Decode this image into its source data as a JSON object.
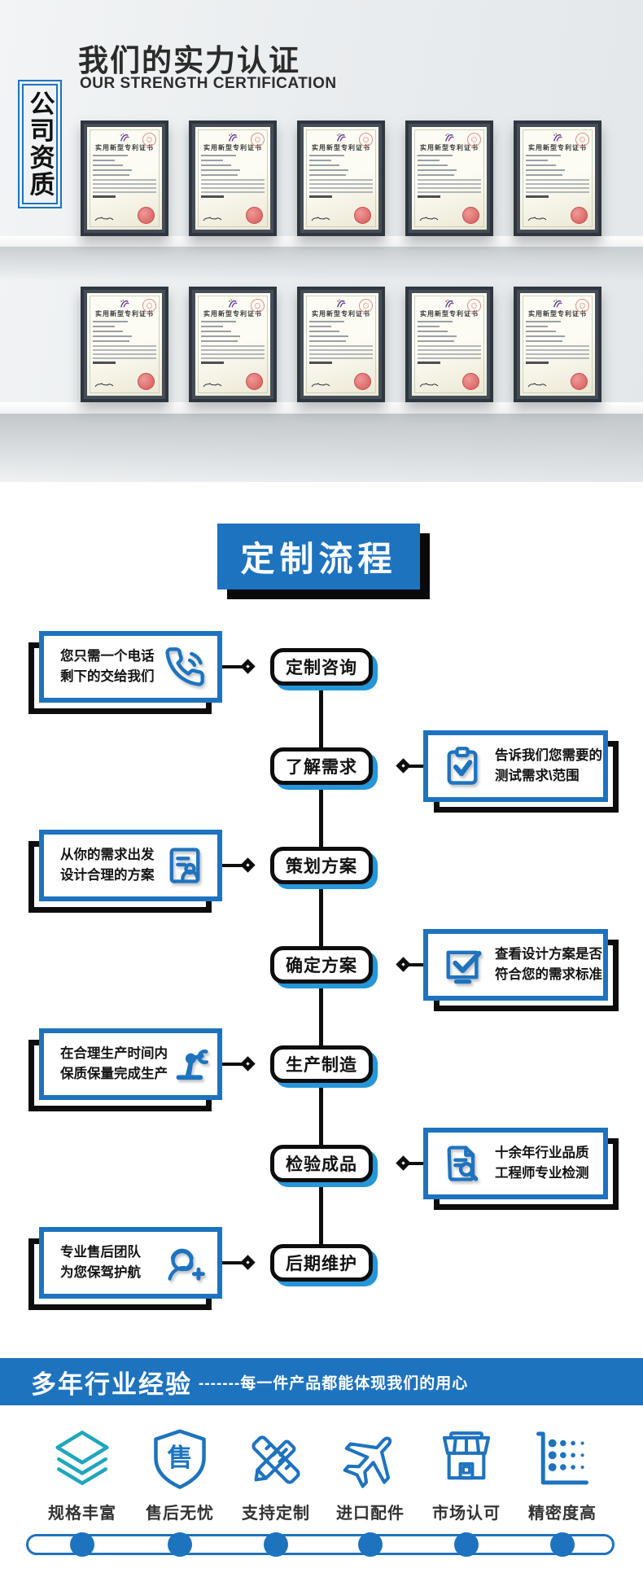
{
  "colors": {
    "accent": "#1E73BE",
    "teal": "#1FA6BC",
    "node_shadow": "#2596D8",
    "frame_dark": "#2f363d"
  },
  "top": {
    "title": "我们的实力认证",
    "subtitle": "OUR STRENGTH CERTIFICATION",
    "side_label": "公司资质",
    "certificate_title": "实用新型专利证书"
  },
  "flow": {
    "header": "定制流程",
    "steps": [
      {
        "label": "定制咨询",
        "note1": "您只需一个电话",
        "note2": "剩下的交给我们",
        "icon": "phone-icon"
      },
      {
        "label": "了解需求",
        "note1": "告诉我们您需要的",
        "note2": "测试需求\\范围",
        "icon": "clipboard-check-icon"
      },
      {
        "label": "策划方案",
        "note1": "从你的需求出发",
        "note2": "设计合理的方案",
        "icon": "document-person-icon"
      },
      {
        "label": "确定方案",
        "note1": "查看设计方案是否",
        "note2": "符合您的需求标准",
        "icon": "check-square-icon"
      },
      {
        "label": "生产制造",
        "note1": "在合理生产时间内",
        "note2": "保质保量完成生产",
        "icon": "robot-arm-icon"
      },
      {
        "label": "检验成品",
        "note1": "十余年行业品质",
        "note2": "工程师专业检测",
        "icon": "document-search-icon"
      },
      {
        "label": "后期维护",
        "note1": "专业售后团队",
        "note2": "为您保驾护航",
        "icon": "customer-service-icon"
      }
    ]
  },
  "bottom": {
    "bar_title": "多年行业经验",
    "bar_subtitle": "-------每一件产品都能体现我们的用心",
    "shield_char": "售",
    "features": [
      {
        "label": "规格丰富",
        "icon": "layers-icon"
      },
      {
        "label": "售后无忧",
        "icon": "shield-icon"
      },
      {
        "label": "支持定制",
        "icon": "pencil-ruler-icon"
      },
      {
        "label": "进口配件",
        "icon": "airplane-icon"
      },
      {
        "label": "市场认可",
        "icon": "storefront-icon"
      },
      {
        "label": "精密度高",
        "icon": "dot-chart-icon"
      }
    ]
  }
}
